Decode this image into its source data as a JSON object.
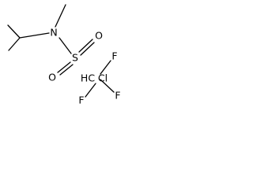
{
  "structure": {
    "atoms": {
      "nitrogen": "N",
      "sulfur": "S",
      "oxygen_top": "O",
      "oxygen_bottom": "O",
      "carbon_center": "HC",
      "chlorine": "Cl",
      "fluorine_top": "F",
      "fluorine_right": "F",
      "fluorine_bottom": "F"
    }
  }
}
